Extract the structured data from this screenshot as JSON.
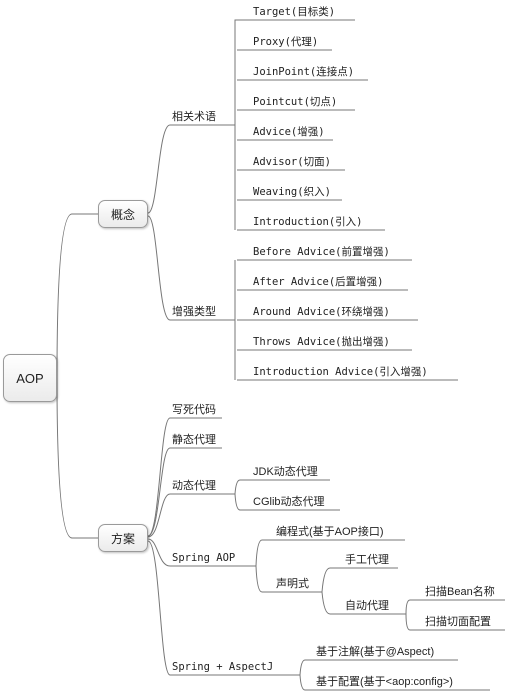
{
  "root": {
    "label": "AOP"
  },
  "concept": {
    "label": "概念",
    "terms": {
      "label": "相关术语",
      "items": [
        "Target(目标类)",
        "Proxy(代理)",
        "JoinPoint(连接点)",
        "Pointcut(切点)",
        "Advice(增强)",
        "Advisor(切面)",
        "Weaving(织入)",
        "Introduction(引入)"
      ]
    },
    "advice_types": {
      "label": "增强类型",
      "items": [
        "Before Advice(前置增强)",
        "After Advice(后置增强)",
        "Around Advice(环绕增强)",
        "Throws Advice(抛出增强)",
        "Introduction Advice(引入增强)"
      ]
    }
  },
  "solution": {
    "label": "方案",
    "hardcode": "写死代码",
    "static_proxy": "静态代理",
    "dynamic_proxy": {
      "label": "动态代理",
      "items": [
        "JDK动态代理",
        "CGlib动态代理"
      ]
    },
    "spring_aop": {
      "label": "Spring AOP",
      "programmatic": "编程式(基于AOP接口)",
      "declarative": {
        "label": "声明式",
        "manual": "手工代理",
        "auto": {
          "label": "自动代理",
          "items": [
            "扫描Bean名称",
            "扫描切面配置"
          ]
        }
      }
    },
    "aspectj": {
      "label": "Spring + AspectJ",
      "items": [
        "基于注解(基于@Aspect)",
        "基于配置(基于<aop:config>)"
      ]
    }
  }
}
